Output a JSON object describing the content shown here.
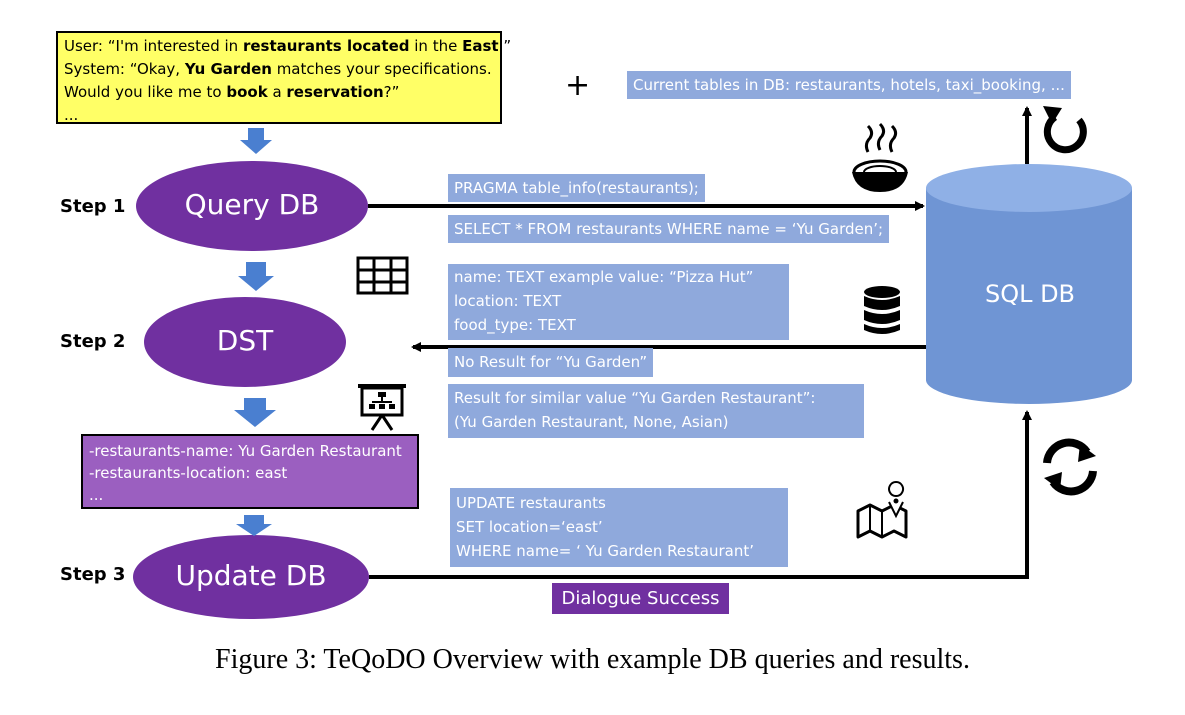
{
  "dialogue": {
    "user_prefix": "User: “I'm interested in ",
    "user_bold1": "restaurants located",
    "user_mid": " in the ",
    "user_bold2": "East",
    "user_suffix": ".”",
    "system_prefix": "System: “Okay, ",
    "system_bold": "Yu Garden",
    "system_suffix": " matches your specifications.",
    "line3_prefix": "Would you like me to ",
    "line3_bold1": "book",
    "line3_mid": " a ",
    "line3_bold2": "reservation",
    "line3_suffix": "?”",
    "ellipsis": "..."
  },
  "plus": "+",
  "current_tables": "Current tables in DB: restaurants, hotels, taxi_booking, ...",
  "steps": {
    "step1": "Step 1",
    "step2": "Step 2",
    "step3": "Step 3"
  },
  "nodes": {
    "query_db": "Query DB",
    "dst": "DST",
    "update_db": "Update DB",
    "sql_db": "SQL DB"
  },
  "queries": {
    "pragma": "PRAGMA table_info(restaurants);",
    "select": "SELECT * FROM restaurants WHERE name = ‘Yu Garden’;"
  },
  "schema_result": {
    "line1": "name: TEXT example value: “Pizza Hut”",
    "line2": "location: TEXT",
    "line3": "food_type: TEXT"
  },
  "no_result": "No Result for “Yu Garden”",
  "similar_result": {
    "line1": "Result for similar value “Yu Garden Restaurant”:",
    "line2": "(Yu Garden Restaurant, None, Asian)"
  },
  "state": {
    "line1": "-restaurants-name: Yu Garden Restaurant",
    "line2": "-restaurants-location: east",
    "line3": "..."
  },
  "update_query": {
    "line1": "UPDATE restaurants",
    "line2": "SET location=‘east’",
    "line3": "WHERE name= ‘ Yu Garden Restaurant’"
  },
  "success": "Dialogue Success",
  "caption": "Figure 3: TeQoDO Overview with example DB queries and results.",
  "colors": {
    "purple": "#7030a0",
    "light_purple": "#9b5fc0",
    "blue_box": "#8fa9dc",
    "db_blue": "#6f95d4",
    "arrow_blue": "#4a7fd0",
    "yellow": "#ffff66"
  },
  "icons": [
    "noodle-bowl-icon",
    "table-grid-icon",
    "database-icon",
    "presentation-chart-icon",
    "map-pin-icon",
    "refresh-icon",
    "sync-icon"
  ]
}
